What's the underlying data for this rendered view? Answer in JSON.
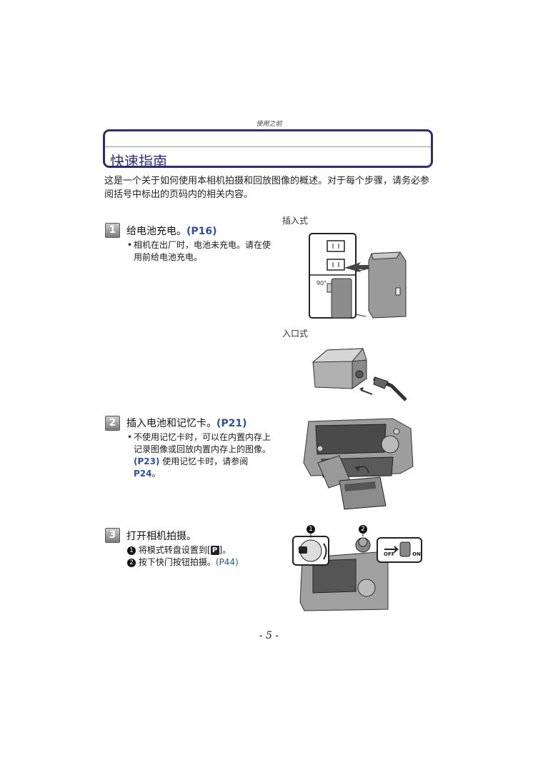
{
  "header": {
    "running_head": "使用之前"
  },
  "title": "快速指南",
  "intro": "这是一个关于如何使用本相机拍摄和回放图像的概述。对于每个步骤，请务必参阅括号中标出的页码内的相关内容。",
  "step1": {
    "num": "1",
    "title": "给电池充电。",
    "ref": "(P16)",
    "bullet": "相机在出厂时，电池未充电。请在使用前给电池充电。",
    "fig_label_plug": "插入式",
    "fig_label_inlet": "入口式",
    "angle_label": "90°"
  },
  "step2": {
    "num": "2",
    "title": "插入电池和记忆卡。",
    "ref": "(P21)",
    "bullet_a": "不使用记忆卡时，可以在内置内存上记录图像或回放内置内存上的图像。",
    "bullet_ref1": "(P23)",
    "bullet_b": " 使用记忆卡时，请参阅",
    "bullet_ref2": "P24",
    "bullet_c": "。"
  },
  "step3": {
    "num": "3",
    "title": "打开相机拍摄。",
    "item1_num": "1",
    "item1_text": "将模式转盘设置到[",
    "item1_icon": "P",
    "item1_end": "]。",
    "item2_num": "2",
    "item2_text": "按下快门按钮拍摄。",
    "item2_ref": "(P44)",
    "callout1": "1",
    "callout2": "2",
    "switch_off": "OFF",
    "switch_on": "ON"
  },
  "page_number": "- 5 -"
}
